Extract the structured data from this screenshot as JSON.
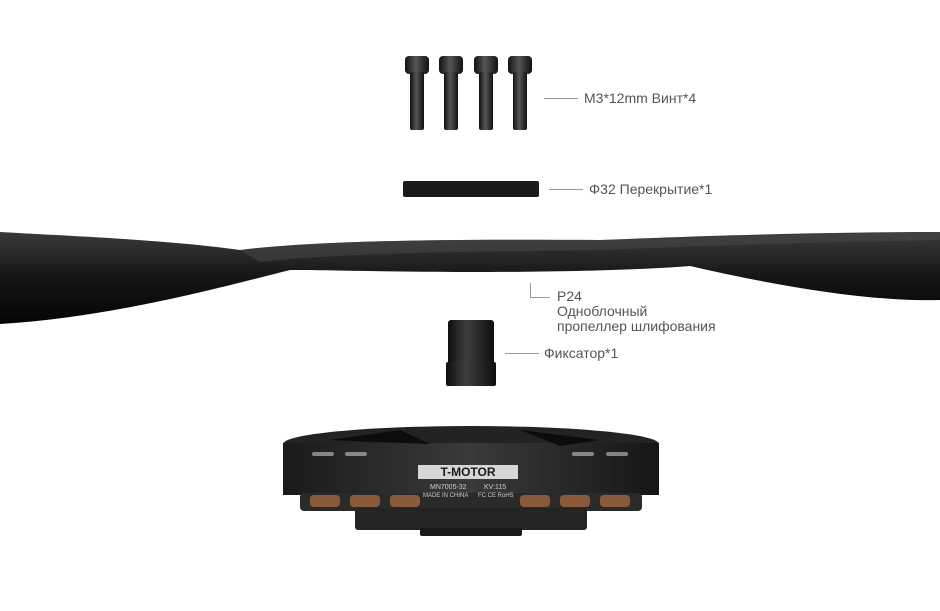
{
  "callouts": {
    "screws": "M3*12mm Винт*4",
    "cover": "Φ32 Перекрытие*1",
    "propeller_line1": "P24",
    "propeller_line2": "Одноблочный",
    "propeller_line3": "пропеллер шлифования",
    "fixer": "Фиксатор*1"
  },
  "motor": {
    "brand": "T-MOTOR",
    "model": "MN7005-32",
    "kv": "KV:115",
    "origin": "MADE IN CHINA",
    "marks": "FC CE RoHS"
  },
  "colors": {
    "background": "#ffffff",
    "part": "#1c1c1c",
    "label_text": "#555555",
    "copper": "#8a5a3c"
  }
}
